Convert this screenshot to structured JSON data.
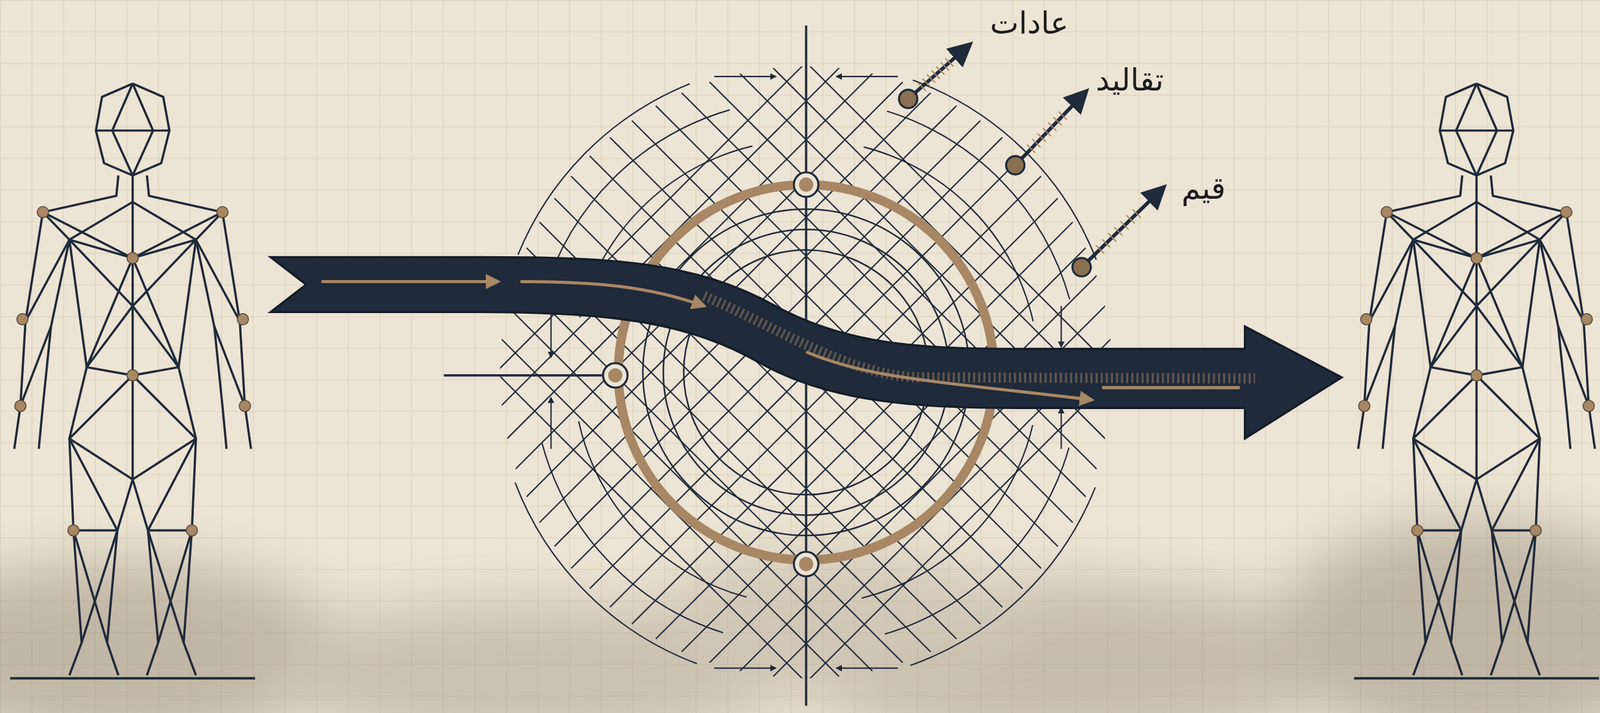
{
  "diagram": {
    "labels": [
      "عادات",
      "تقاليد",
      "قيم"
    ]
  }
}
